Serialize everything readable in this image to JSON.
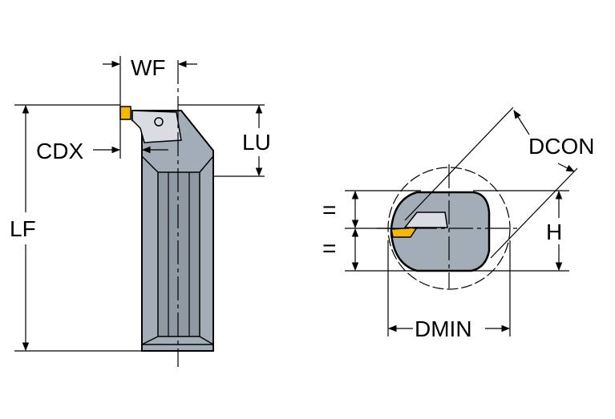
{
  "labels": {
    "wf": "WF",
    "cdx": "CDX",
    "lu": "LU",
    "lf": "LF",
    "dcon": "DCON",
    "h": "H",
    "dmin": "DMIN",
    "equal_top": "=",
    "equal_bottom": "="
  },
  "colors": {
    "body": "#a3adb7",
    "body_dark": "#8f99a3",
    "insert": "#f5b800",
    "line": "#000000"
  }
}
